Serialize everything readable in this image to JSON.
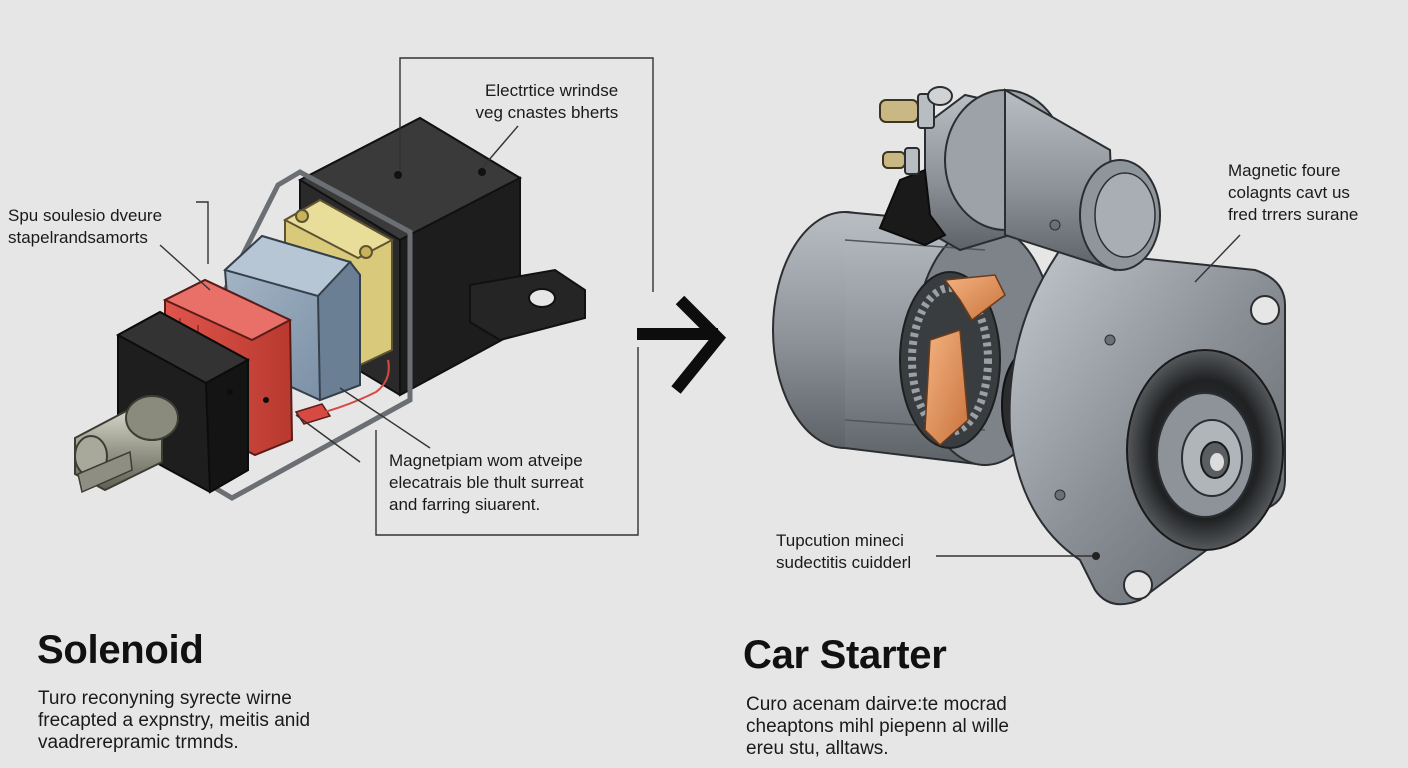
{
  "colors": {
    "background": "#e6e6e6",
    "coil": "#d64a43",
    "core": "#8fa3b8",
    "terminal": "#d9c97a",
    "housing": "#2b2b2b",
    "metal": "#8f959b",
    "copper": "#e8955c"
  },
  "solenoid": {
    "title": "Solenoid",
    "description": [
      "Turo reconyning syrecte wirne",
      "frecapted a expnstry, meitis anid",
      "vaadrerepramic trmnds."
    ],
    "callouts": {
      "top_right": [
        "Electrtice wrindse",
        "veg cnastes bherts"
      ],
      "left": [
        "Spu soulesio dveure",
        "stapelrandsamorts"
      ],
      "bottom": [
        "Magnetpiam wom atveipe",
        "elecatrais ble thult surreat",
        "and farring siuarent."
      ]
    }
  },
  "starter": {
    "title": "Car Starter",
    "description": [
      "Curo acenam dairve:te mocrad",
      "cheaptons mihl piepenn al wille",
      "ereu stu, alltaws."
    ],
    "callouts": {
      "right": [
        "Magnetic foure",
        "colagnts cavt us",
        "fred trrers surane"
      ],
      "bottom": [
        "Tupcution mineci",
        "sudectitis cuidderl"
      ]
    }
  },
  "icons": {
    "arrow": "arrow-right-icon"
  }
}
